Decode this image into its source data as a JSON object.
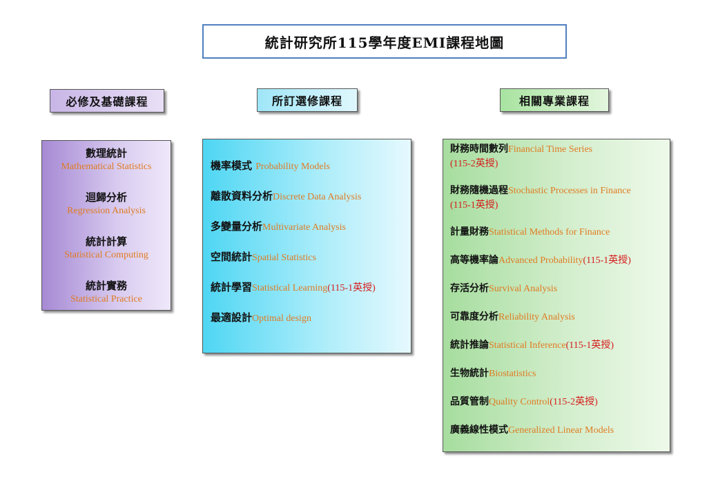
{
  "title": "統計研究所115學年度EMI課程地圖",
  "categories": {
    "core": "必修及基礎課程",
    "elective": "所訂選修課程",
    "related": "相關專業課程"
  },
  "core_courses": [
    {
      "zh": "數理統計",
      "en": "Mathematical  Statistics"
    },
    {
      "zh": "迴歸分析",
      "en": "Regression  Analysis"
    },
    {
      "zh": "統計計算",
      "en": "Statistical  Computing"
    },
    {
      "zh": "統計實務",
      "en": "Statistical  Practice"
    }
  ],
  "elective_courses": [
    {
      "zh": "機率模式 ",
      "en": "Probability  Models",
      "note": ""
    },
    {
      "zh": "離散資料分析",
      "en": "Discrete Data Analysis",
      "note": ""
    },
    {
      "zh": "多變量分析",
      "en": "Multivariate  Analysis",
      "note": ""
    },
    {
      "zh": "空間統計",
      "en": "Spatial Statistics",
      "note": ""
    },
    {
      "zh": "統計學習",
      "en": "Statistical Learning",
      "note": "(115-1英授)"
    },
    {
      "zh": "最適設計",
      "en": "Optimal design",
      "note": ""
    }
  ],
  "related_courses": [
    {
      "zh": "財務時間數列",
      "en": "Financial  Time  Series",
      "note": "(115-2英授)"
    },
    {
      "zh": "財務隨機過程",
      "en": "Stochastic Processes in  Finance",
      "note": "(115-1英授)"
    },
    {
      "zh": "計量財務",
      "en": "Statistical  Methods for Finance",
      "note": ""
    },
    {
      "zh": "高等機率論",
      "en": "Advanced Probability",
      "note": "(115-1英授)"
    },
    {
      "zh": "存活分析",
      "en": "Survival  Analysis",
      "note": ""
    },
    {
      "zh": "可靠度分析",
      "en": "Reliability  Analysis",
      "note": ""
    },
    {
      "zh": "統計推論",
      "en": "Statistical  Inference",
      "note": "(115-1英授)"
    },
    {
      "zh": "生物統計",
      "en": "Biostatistics",
      "note": ""
    },
    {
      "zh": "品質管制",
      "en": "Quality Control",
      "note": "(115-2英授)"
    },
    {
      "zh": "廣義線性模式",
      "en": "Generalized Linear  Models",
      "note": ""
    }
  ],
  "colors": {
    "english_text": "#e07b22",
    "note_text": "#d61a1a",
    "title_border": "#4f7fbf",
    "core_panel": "#a68ad4",
    "elective_panel": "#4ed6f3",
    "related_panel": "#a6dd9e"
  }
}
